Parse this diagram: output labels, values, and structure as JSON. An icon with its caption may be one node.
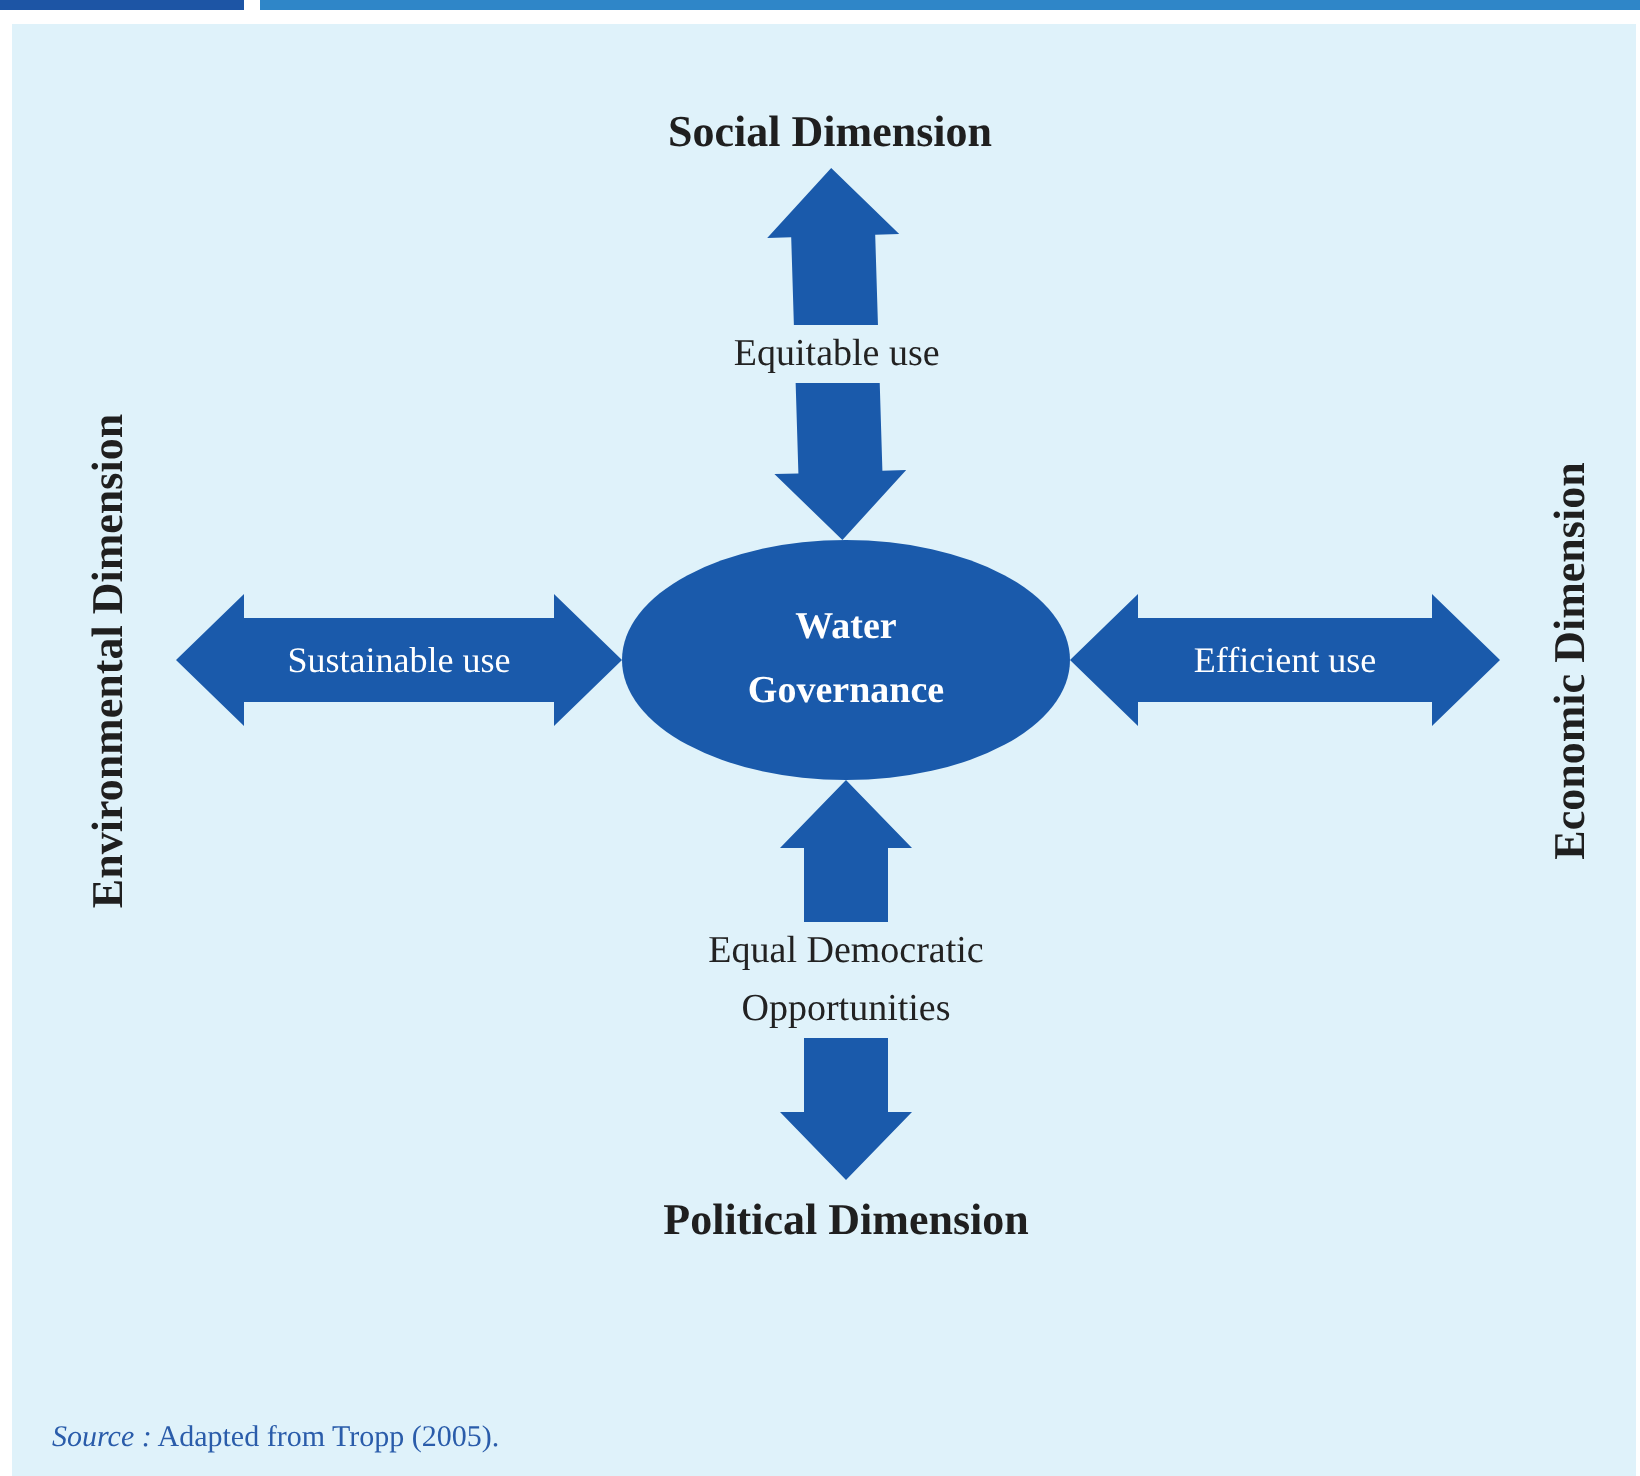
{
  "diagram": {
    "nodes": [
      {
        "text": [
          "Water Governance"
        ]
      },
      {
        "text": [
          "Social Dimension"
        ]
      },
      {
        "text": [
          "Political Dimension"
        ]
      },
      {
        "text": [
          "Environmental Dimension"
        ]
      },
      {
        "text": [
          "Economic Dimension"
        ]
      }
    ],
    "edges": [
      {
        "from": 1,
        "to": 0,
        "arrow": "both",
        "label": "Equitable use",
        "style": "thick"
      },
      {
        "from": 3,
        "to": 0,
        "arrow": "both",
        "label": "Sustainable use",
        "style": "thick"
      },
      {
        "from": 0,
        "to": 4,
        "arrow": "both",
        "label": "Efficient use",
        "style": "thick"
      },
      {
        "from": 0,
        "to": 2,
        "arrow": "both",
        "label": "Equal Democratic Opportunities",
        "style": "thick"
      }
    ],
    "caption": "*Source :* Adapted from Tropp (2005)."
  }
}
